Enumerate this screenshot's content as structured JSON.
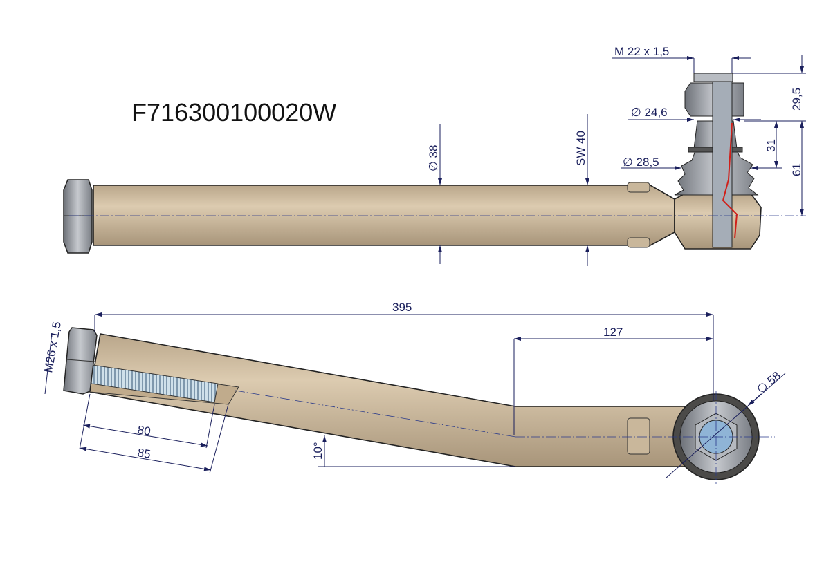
{
  "part_number": "F716300100020W",
  "colors": {
    "body": "#cdbb9f",
    "dimension": "#1a1f5c",
    "metal": "#9a9ea6",
    "seal_line": "#d0201a"
  },
  "top_view": {
    "thread_stud": "M 22  x 1,5",
    "dia_stud": "∅ 24,6",
    "dia_boot": "∅ 28,5",
    "dia_tube": "∅ 38",
    "wrench_size": "SW 40",
    "height_top": "29,5",
    "height_mid": "31",
    "height_total": "61"
  },
  "side_view": {
    "thread_rod": "M26  x 1,5",
    "length_total": "395",
    "length_eye": "127",
    "dia_eye": "∅ 58",
    "thread_len_1": "80",
    "thread_len_2": "85",
    "angle": "10°"
  }
}
